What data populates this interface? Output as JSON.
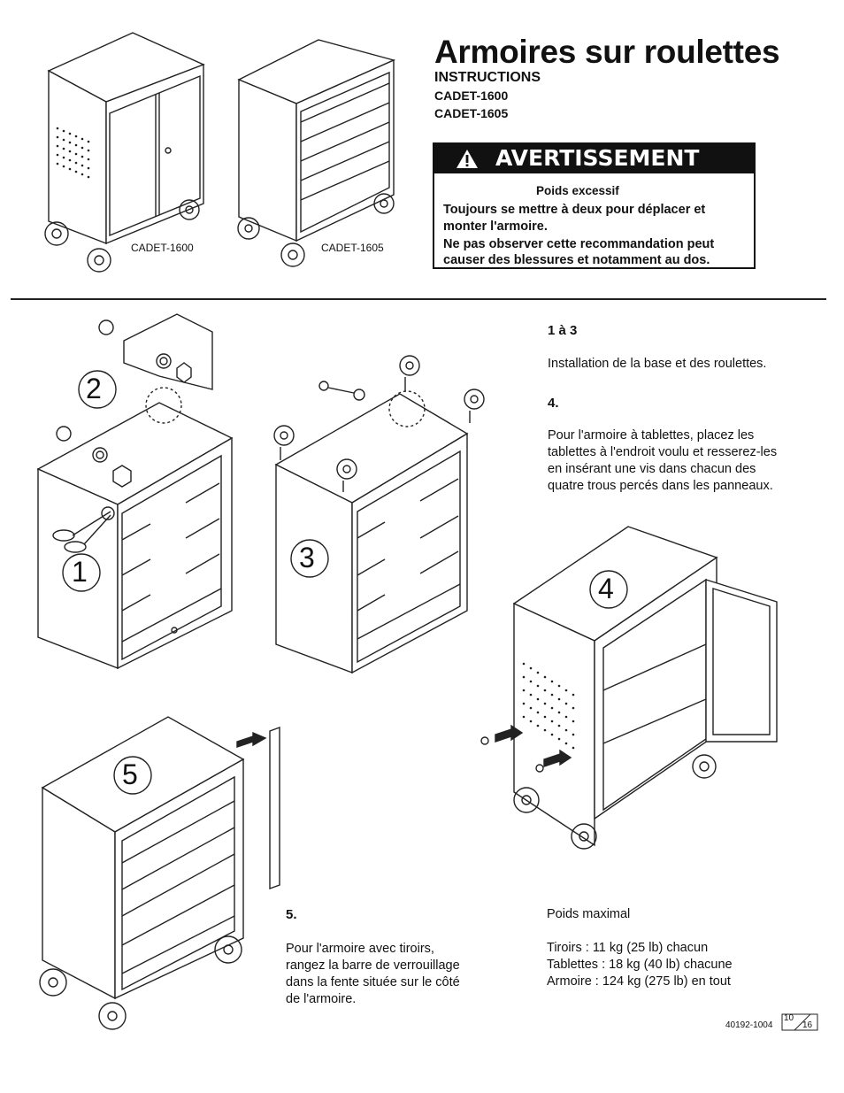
{
  "header": {
    "title": "Armoires sur roulettes",
    "instructions": "INSTRUCTIONS",
    "model_1": "CADET-1600",
    "model_2": "CADET-1605"
  },
  "figures": {
    "cabinet_caption": "CADET-1600",
    "drawer_caption": "CADET-1605",
    "step_1": "1",
    "step_2": "2",
    "step_3": "3",
    "step_4": "4",
    "step_5": "5"
  },
  "warning": {
    "heading": "AVERTISSEMENT",
    "subject": "Poids excessif",
    "line_1": "Toujours se mettre à deux pour déplacer et",
    "line_2": "monter l'armoire.",
    "line_3": "Ne pas observer cette recommandation peut",
    "line_4": "causer des blessures et notamment au dos."
  },
  "steps": {
    "s13_heading": "1 à 3",
    "s13_text": "Installation de la base et des roulettes.",
    "s4_heading": "4.",
    "s4_lines": [
      "Pour l'armoire à tablettes, placez les",
      "tablettes à l'endroit voulu et resserez-les",
      "en insérant une vis dans chacun des",
      "quatre trous percés dans les panneaux."
    ],
    "s5_heading": "5.",
    "s5_lines": [
      "Pour l'armoire avec tiroirs,",
      "rangez la barre de verrouillage",
      "dans la fente située sur le côté",
      "de l'armoire."
    ]
  },
  "weights": {
    "heading": "Poids maximal",
    "drawers": "Tiroirs : 11 kg (25 lb) chacun",
    "shelves": "Tablettes : 18 kg (40 lb) chacune",
    "cabinet": "Armoire : 124 kg (275 lb) en tout"
  },
  "footer": {
    "doc_number": "40192-1004",
    "page_num": "10",
    "page_total": "16"
  }
}
